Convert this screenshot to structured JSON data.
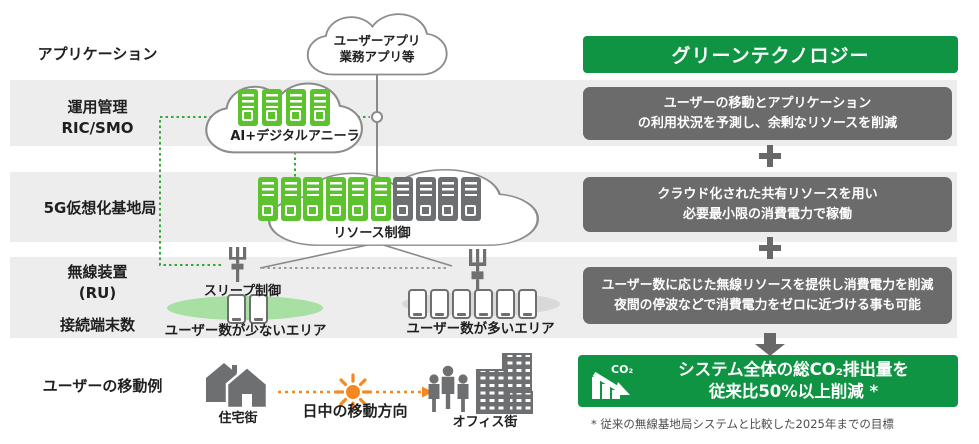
{
  "left_labels": {
    "application": "アプリケーション",
    "operations_l1": "運用管理",
    "operations_l2": "RIC/SMO",
    "base_station": "5G仮想化基地局",
    "radio_l1": "無線装置",
    "radio_l2": "(RU)",
    "terminals": "接続端末数",
    "movement": "ユーザーの移動例"
  },
  "diagram": {
    "app_cloud_l1": "ユーザーアプリ",
    "app_cloud_l2": "業務アプリ等",
    "ai_cloud_label": "AI+デジタルアニーラ",
    "resource_cloud_label": "リソース制御",
    "sleep_control_label": "スリープ制御",
    "low_area_label": "ユーザー数が少ないエリア",
    "high_area_label": "ユーザー数が多いエリア",
    "residential_label": "住宅街",
    "daytime_label": "日中の移動方向",
    "office_label": "オフィス街",
    "ai_cloud_green_servers": 4,
    "resource_cloud_green_servers": 6,
    "resource_cloud_gray_servers": 4,
    "low_area_phones": 2,
    "high_area_phones": 6
  },
  "right_panel": {
    "header": "グリーンテクノロジー",
    "box1_l1": "ユーザーの移動とアプリケーション",
    "box1_l2": "の利用状況を予測し、余剰なリソースを削減",
    "box2_l1": "クラウド化された共有リソースを用い",
    "box2_l2": "必要最小限の消費電力で稼働",
    "box3_l1": "ユーザー数に応じた無線リソースを提供し消費電力を削減",
    "box3_l2": "夜間の停波などで消費電力をゼロに近づける事も可能",
    "result_l1": "システム全体の総CO₂排出量を",
    "result_l2": "従来比50%以上削減 *",
    "co2_icon_text": "CO₂",
    "footnote": "* 従来の無線基地局システムと比較した2025年までの目標"
  },
  "colors": {
    "brand_green": "#0f9444",
    "bright_green": "#5cc32f",
    "dotted_green": "#35a83a",
    "box_gray": "#6b6b6b",
    "icon_gray": "#6d6f71",
    "band_gray": "#ededed",
    "accent_orange": "#f5891f",
    "area_green": "#a8dfa3",
    "area_gray": "#d9d9d9"
  }
}
